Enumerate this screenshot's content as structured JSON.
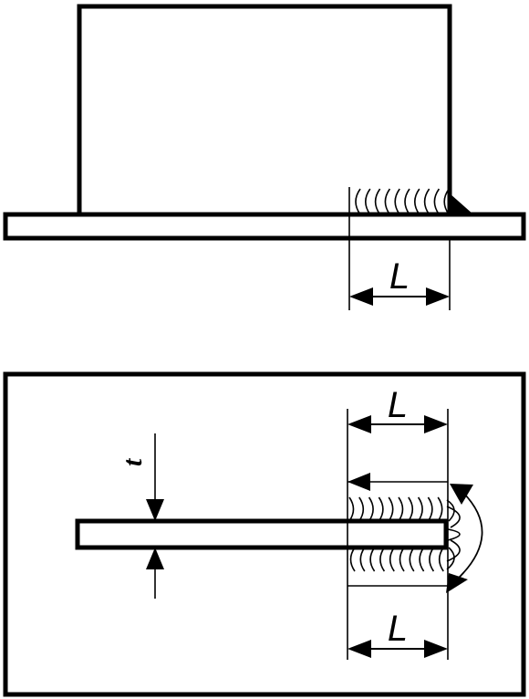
{
  "diagram": {
    "colors": {
      "line": "#000000",
      "background": "#ffffff"
    },
    "top_view": {
      "weld_length_label": "L"
    },
    "bottom_view": {
      "weld_length_top_label": "L",
      "weld_length_bottom_label": "L",
      "thickness_label": "t"
    }
  }
}
